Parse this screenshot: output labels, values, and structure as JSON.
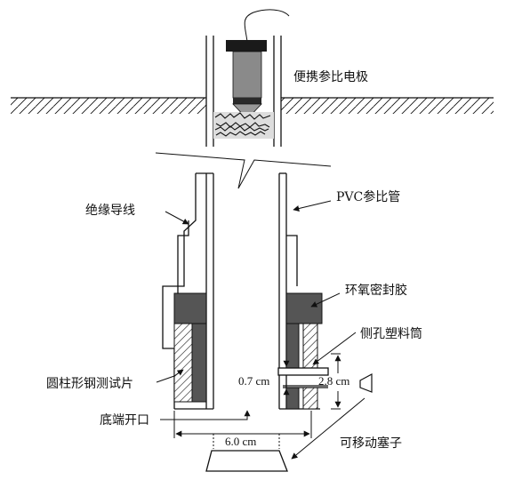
{
  "labels": {
    "portable_electrode": "便携参比电极",
    "pvc_tube": "PVC参比管",
    "insulated_wire": "绝缘导线",
    "epoxy_seal": "环氧密封胶",
    "side_hole_tube": "侧孔塑料筒",
    "steel_specimen": "圆柱形钢测试片",
    "bottom_opening": "底端开口",
    "movable_plug": "可移动塞子"
  },
  "dimensions": {
    "gap": "0.7 cm",
    "height": "2.8 cm",
    "width": "6.0 cm"
  },
  "colors": {
    "line": "#111111",
    "epoxy_fill": "#555555",
    "electrode_cap": "#1a1a1a",
    "electrode_body": "#8a8a8a"
  }
}
